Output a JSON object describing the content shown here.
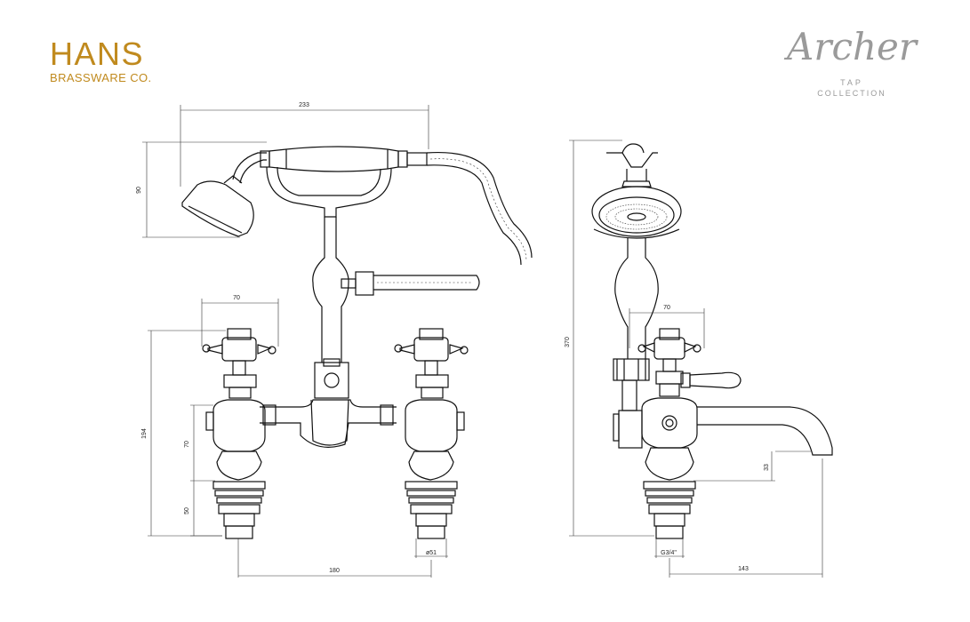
{
  "brand": {
    "name": "HANS",
    "subtitle": "BRASSWARE CO.",
    "color": "#c08a1e"
  },
  "collection": {
    "script_name": "Archer",
    "line1": "TAP",
    "line2": "COLLECTION"
  },
  "dimensions": {
    "width_233": "233",
    "height_90": "90",
    "handle_70_front": "70",
    "height_194": "194",
    "height_70": "70",
    "height_50": "50",
    "base_dia": "ø51",
    "centres_180": "180",
    "height_370": "370",
    "handle_70_side": "70",
    "height_33": "33",
    "thread": "G3/4\"",
    "reach_143": "143"
  }
}
